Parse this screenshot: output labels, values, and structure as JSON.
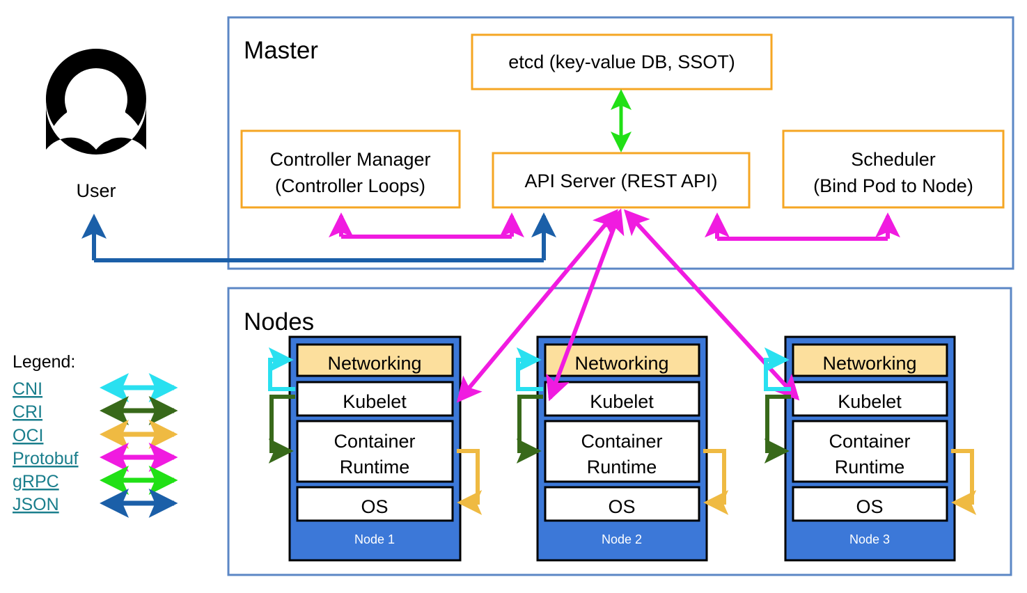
{
  "diagram": {
    "title_semantic": "kubernetes-cluster-architecture",
    "master": {
      "label": "Master",
      "boxes": [
        {
          "id": "etcd",
          "label": "etcd (key-value DB, SSOT)"
        },
        {
          "id": "controller-manager",
          "line1": "Controller Manager",
          "line2": "(Controller Loops)"
        },
        {
          "id": "api-server",
          "label": "API Server (REST API)"
        },
        {
          "id": "scheduler",
          "line1": "Scheduler",
          "line2": "(Bind Pod to Node)"
        }
      ]
    },
    "nodes_group": {
      "label": "Nodes",
      "layer_labels": {
        "networking": "Networking",
        "kubelet": "Kubelet",
        "container_runtime_line1": "Container",
        "container_runtime_line2": "Runtime",
        "os": "OS"
      },
      "nodes": [
        {
          "name": "Node 1"
        },
        {
          "name": "Node 2"
        },
        {
          "name": "Node 3"
        }
      ]
    },
    "user": {
      "label": "User",
      "icon": "user-avatar-icon"
    },
    "legend": {
      "title": "Legend:",
      "items": [
        {
          "label": "CNI",
          "color": "#29E0F0"
        },
        {
          "label": "CRI",
          "color": "#38691A"
        },
        {
          "label": "OCI",
          "color": "#EFBA42"
        },
        {
          "label": "Protobuf",
          "color": "#F01BE0"
        },
        {
          "label": "gRPC",
          "color": "#21E016"
        },
        {
          "label": "JSON",
          "color": "#1B5FA8"
        }
      ]
    },
    "colors": {
      "group_border": "#5B87C5",
      "box_border": "#F5A623",
      "node_frame": "#3C78D8",
      "networking_fill": "#FCDF9D",
      "cni": "#29E0F0",
      "cri": "#38691A",
      "oci": "#EFBA42",
      "protobuf": "#F01BE0",
      "grpc": "#21E016",
      "json": "#1B5FA8",
      "legend_link": "#1A7E8C"
    }
  }
}
